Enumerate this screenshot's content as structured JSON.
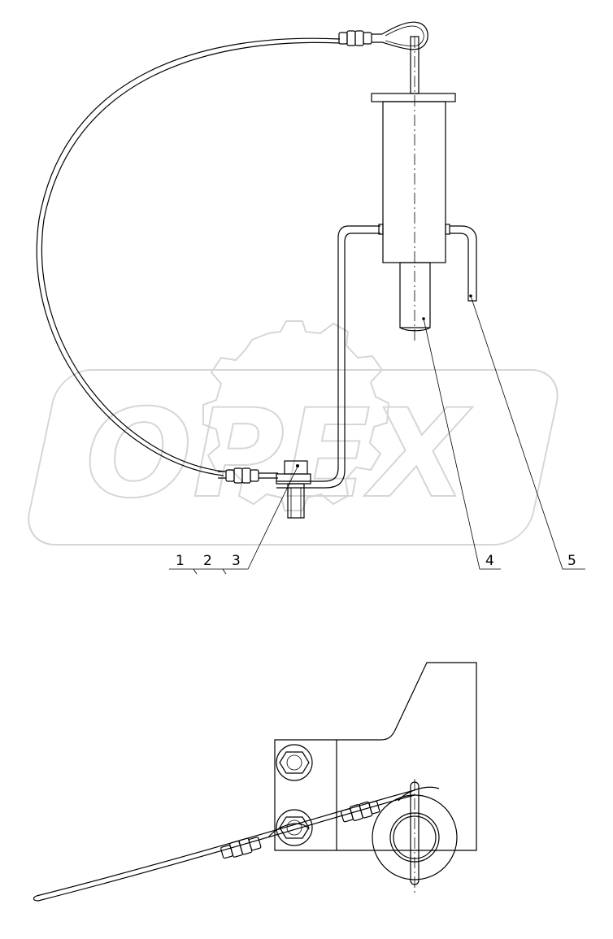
{
  "watermark": {
    "text": "OPEX"
  },
  "callouts": {
    "c1": "1",
    "c2": "2",
    "c3": "3",
    "c4": "4",
    "c5": "5"
  }
}
